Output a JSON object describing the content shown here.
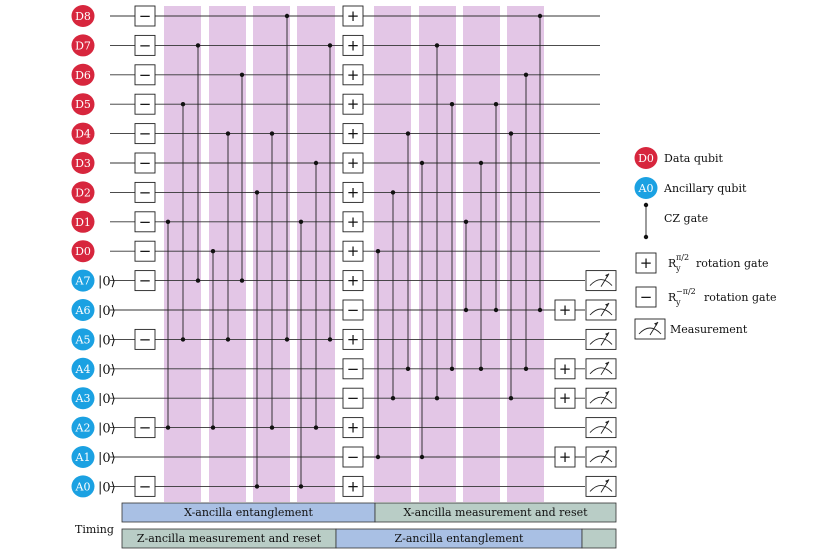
{
  "colors": {
    "data_qubit": "#d7263d",
    "ancilla_qubit": "#1ba1e2",
    "highlight": "#e3c6e6",
    "x_bar": "#a9c0e4",
    "z_bar": "#b9cdc6"
  },
  "qubits": [
    {
      "label": "D8",
      "kind": "data"
    },
    {
      "label": "D7",
      "kind": "data"
    },
    {
      "label": "D6",
      "kind": "data"
    },
    {
      "label": "D5",
      "kind": "data"
    },
    {
      "label": "D4",
      "kind": "data"
    },
    {
      "label": "D3",
      "kind": "data"
    },
    {
      "label": "D2",
      "kind": "data"
    },
    {
      "label": "D1",
      "kind": "data"
    },
    {
      "label": "D0",
      "kind": "data"
    },
    {
      "label": "A7",
      "kind": "ancilla"
    },
    {
      "label": "A6",
      "kind": "ancilla"
    },
    {
      "label": "A5",
      "kind": "ancilla"
    },
    {
      "label": "A4",
      "kind": "ancilla"
    },
    {
      "label": "A3",
      "kind": "ancilla"
    },
    {
      "label": "A2",
      "kind": "ancilla"
    },
    {
      "label": "A1",
      "kind": "ancilla"
    },
    {
      "label": "A0",
      "kind": "ancilla"
    }
  ],
  "init_state": "|0⟩",
  "gate_symbols": {
    "plus": "+",
    "minus": "−"
  },
  "gate_columns": [
    {
      "step": 1,
      "gates": [
        "minus",
        "minus",
        "minus",
        "minus",
        "minus",
        "minus",
        "minus",
        "minus",
        "minus",
        "minus",
        null,
        "minus",
        null,
        null,
        "minus",
        null,
        "minus"
      ]
    },
    {
      "step": 6,
      "gates": [
        "plus",
        "plus",
        "plus",
        "plus",
        "plus",
        "plus",
        "plus",
        "plus",
        "plus",
        "plus",
        "minus",
        "plus",
        "minus",
        "minus",
        "plus",
        "minus",
        "plus"
      ]
    },
    {
      "step": 11,
      "gates": [
        null,
        null,
        null,
        null,
        null,
        null,
        null,
        null,
        null,
        null,
        "plus",
        null,
        "plus",
        "plus",
        null,
        "plus",
        null
      ]
    }
  ],
  "cz_gates": [
    {
      "step": 2,
      "pairs": [
        [
          7,
          14
        ]
      ]
    },
    {
      "step": 2.5,
      "pairs": [
        [
          3,
          11
        ]
      ]
    },
    {
      "step": 3,
      "pairs": [
        [
          1,
          9
        ]
      ]
    },
    {
      "step": 3.5,
      "pairs": [
        [
          8,
          14
        ]
      ]
    },
    {
      "step": 4,
      "pairs": [
        [
          4,
          11
        ]
      ]
    },
    {
      "step": 4.5,
      "pairs": [
        [
          2,
          9
        ]
      ]
    },
    {
      "step": 5,
      "pairs": [
        [
          6,
          16
        ]
      ]
    },
    {
      "step": 5.5,
      "pairs": [
        [
          4,
          14
        ]
      ]
    },
    {
      "step": 6,
      "pairs": [
        [
          0,
          11
        ]
      ]
    },
    {
      "step": 6.5,
      "pairs": [
        [
          7,
          16
        ]
      ]
    },
    {
      "step": 7,
      "pairs": [
        [
          5,
          14
        ]
      ]
    },
    {
      "step": 7.5,
      "pairs": [
        [
          1,
          11
        ]
      ]
    },
    {
      "step": 8,
      "pairs": [
        [
          8,
          15
        ]
      ]
    },
    {
      "step": 8.5,
      "pairs": [
        [
          6,
          13
        ]
      ]
    },
    {
      "step": 9,
      "pairs": [
        [
          4,
          12
        ]
      ]
    },
    {
      "step": 9.5,
      "pairs": [
        [
          5,
          15
        ]
      ]
    },
    {
      "step": 10,
      "pairs": [
        [
          1,
          13
        ]
      ]
    },
    {
      "step": 10.5,
      "pairs": [
        [
          3,
          12
        ]
      ]
    },
    {
      "step": 11,
      "pairs": [
        [
          7,
          10
        ]
      ]
    },
    {
      "step": 11.5,
      "pairs": [
        [
          5,
          12
        ]
      ]
    },
    {
      "step": 12,
      "pairs": [
        [
          3,
          10
        ]
      ]
    },
    {
      "step": 12.5,
      "pairs": [
        [
          4,
          13
        ]
      ]
    },
    {
      "step": 13,
      "pairs": [
        [
          2,
          12
        ]
      ]
    },
    {
      "step": 13.5,
      "pairs": [
        [
          0,
          10
        ]
      ]
    }
  ],
  "measurement_qubits": [
    9,
    10,
    11,
    12,
    13,
    14,
    15,
    16
  ],
  "legend": [
    {
      "type": "data",
      "badge": "D0",
      "text": "Data qubit"
    },
    {
      "type": "ancilla",
      "badge": "A0",
      "text": "Ancillary qubit"
    },
    {
      "type": "cz",
      "text": "CZ gate"
    },
    {
      "type": "plus",
      "gate": "R",
      "sub": "y",
      "sup": "π/2",
      "text": "rotation gate"
    },
    {
      "type": "minus",
      "gate": "R",
      "sub": "y",
      "sup": "−π/2",
      "text": "rotation gate"
    },
    {
      "type": "measure",
      "text": "Measurement"
    }
  ],
  "timing": {
    "label": "Timing",
    "row1": [
      {
        "text": "X-ancilla entanglement",
        "kind": "x"
      },
      {
        "text": "X-ancilla measurement and reset",
        "kind": "z"
      }
    ],
    "row2": [
      {
        "text": "Z-ancilla measurement and reset",
        "kind": "z"
      },
      {
        "text": "Z-ancilla entanglement",
        "kind": "x"
      },
      {
        "text": "",
        "kind": "z"
      }
    ]
  }
}
